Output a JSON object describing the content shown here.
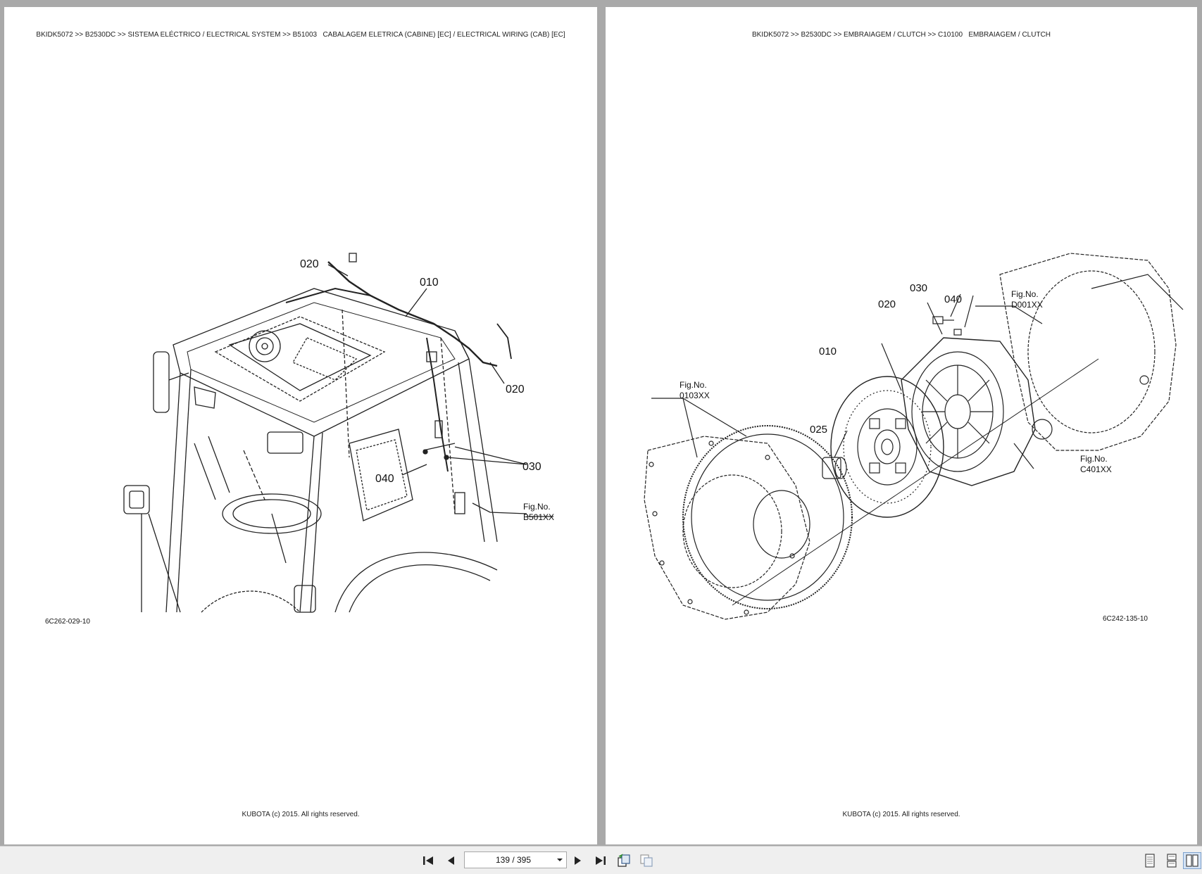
{
  "left_page": {
    "breadcrumb": "BKIDK5072 >> B2530DC >> SISTEMA ELÉCTRICO / ELECTRICAL SYSTEM >> B51003   CABALAGEM ELETRICA (CABINE) [EC] / ELECTRICAL WIRING (CAB) [EC]",
    "callouts": [
      "020",
      "010",
      "020",
      "030",
      "040"
    ],
    "fig_label": "Fig.No.",
    "fig_number": "B501XX",
    "drawing_code": "6C262-029-10",
    "footer": "KUBOTA (c) 2015. All rights reserved."
  },
  "right_page": {
    "breadcrumb": "BKIDK5072 >> B2530DC >> EMBRAIAGEM / CLUTCH >> C10100   EMBRAIAGEM / CLUTCH",
    "callouts": [
      "020",
      "030",
      "040",
      "010",
      "025"
    ],
    "figs": [
      {
        "label": "Fig.No.",
        "number": "D001XX"
      },
      {
        "label": "Fig.No.",
        "number": "0103XX"
      },
      {
        "label": "Fig.No.",
        "number": "C401XX"
      }
    ],
    "drawing_code": "6C242-135-10",
    "footer": "KUBOTA (c) 2015. All rights reserved."
  },
  "toolbar": {
    "page_indicator": "139 / 395",
    "icons": [
      "first-page-icon",
      "previous-page-icon",
      "next-page-icon",
      "last-page-icon",
      "rotate-clockwise-icon",
      "rotate-counterclockwise-icon",
      "single-page-view-icon",
      "continuous-view-icon",
      "two-page-view-icon"
    ]
  }
}
